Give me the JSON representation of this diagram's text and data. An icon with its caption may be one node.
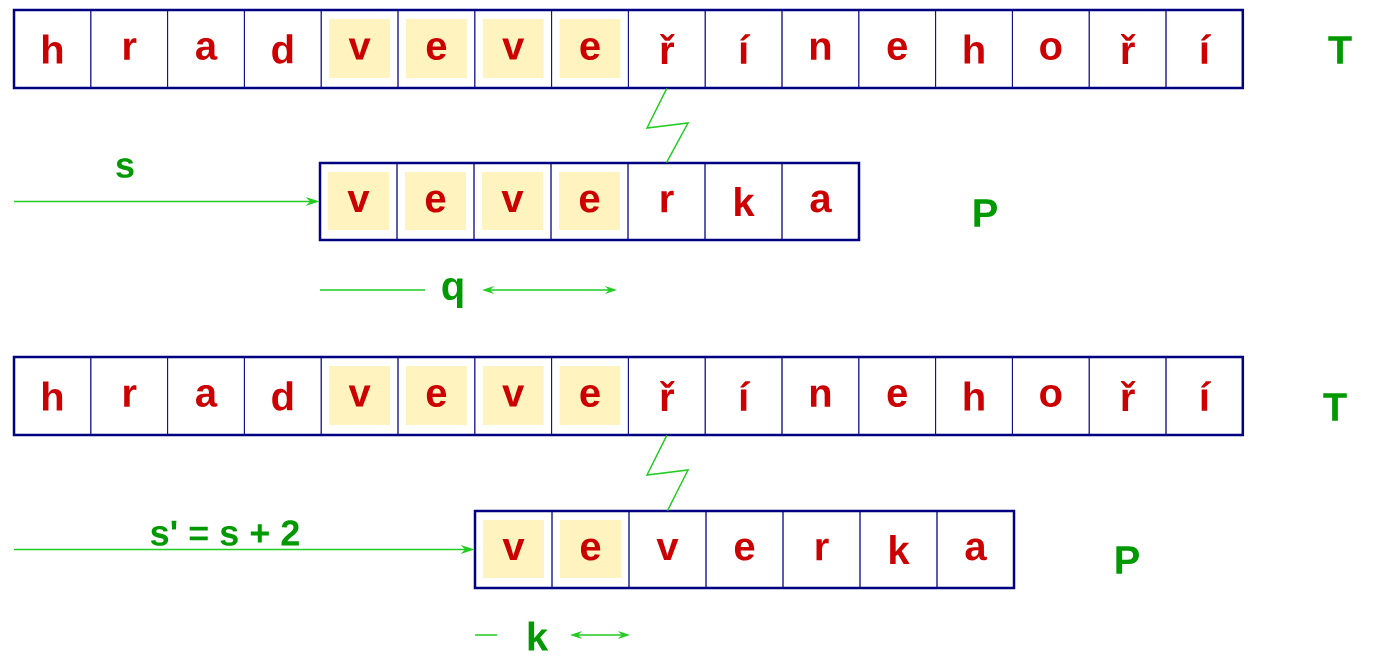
{
  "diagram": {
    "nodes": [
      {
        "text": [
          "h"
        ]
      },
      {
        "text": [
          "r"
        ]
      },
      {
        "text": [
          "a"
        ]
      },
      {
        "text": [
          "d"
        ]
      },
      {
        "text": [
          "v"
        ]
      },
      {
        "text": [
          "e"
        ]
      },
      {
        "text": [
          "v"
        ]
      },
      {
        "text": [
          "e"
        ]
      },
      {
        "text": [
          "ř"
        ]
      },
      {
        "text": [
          "í"
        ]
      },
      {
        "text": [
          "n"
        ]
      },
      {
        "text": [
          "e"
        ]
      },
      {
        "text": [
          "h"
        ]
      },
      {
        "text": [
          "o"
        ]
      },
      {
        "text": [
          "ř"
        ]
      },
      {
        "text": [
          "í"
        ]
      },
      {
        "text": [
          "v"
        ]
      },
      {
        "text": [
          "e"
        ]
      },
      {
        "text": [
          "v"
        ]
      },
      {
        "text": [
          "e"
        ]
      },
      {
        "text": [
          "r"
        ]
      },
      {
        "text": [
          "k"
        ]
      },
      {
        "text": [
          "a"
        ]
      },
      {
        "text": [
          "h"
        ]
      },
      {
        "text": [
          "r"
        ]
      },
      {
        "text": [
          "a"
        ]
      },
      {
        "text": [
          "d"
        ]
      },
      {
        "text": [
          "v"
        ]
      },
      {
        "text": [
          "e"
        ]
      },
      {
        "text": [
          "v"
        ]
      },
      {
        "text": [
          "e"
        ]
      },
      {
        "text": [
          "ř"
        ]
      },
      {
        "text": [
          "í"
        ]
      },
      {
        "text": [
          "n"
        ]
      },
      {
        "text": [
          "e"
        ]
      },
      {
        "text": [
          "h"
        ]
      },
      {
        "text": [
          "o"
        ]
      },
      {
        "text": [
          "ř"
        ]
      },
      {
        "text": [
          "í"
        ]
      },
      {
        "text": [
          "v"
        ]
      },
      {
        "text": [
          "e"
        ]
      },
      {
        "text": [
          "v"
        ]
      },
      {
        "text": [
          "e"
        ]
      },
      {
        "text": [
          "r"
        ]
      },
      {
        "text": [
          "k"
        ]
      },
      {
        "text": [
          "a"
        ]
      }
    ],
    "edges": [
      {
        "from": null,
        "to": 16,
        "arrow": "to",
        "label": "s"
      },
      {
        "from": 8,
        "to": 20,
        "arrow": "none"
      },
      {
        "from": null,
        "to": 39,
        "arrow": "to",
        "label": "s' = s + 2"
      },
      {
        "from": 31,
        "to": 41,
        "arrow": "none"
      }
    ],
    "labels": [
      "T",
      "P",
      "q",
      "T",
      "P",
      "k"
    ]
  }
}
